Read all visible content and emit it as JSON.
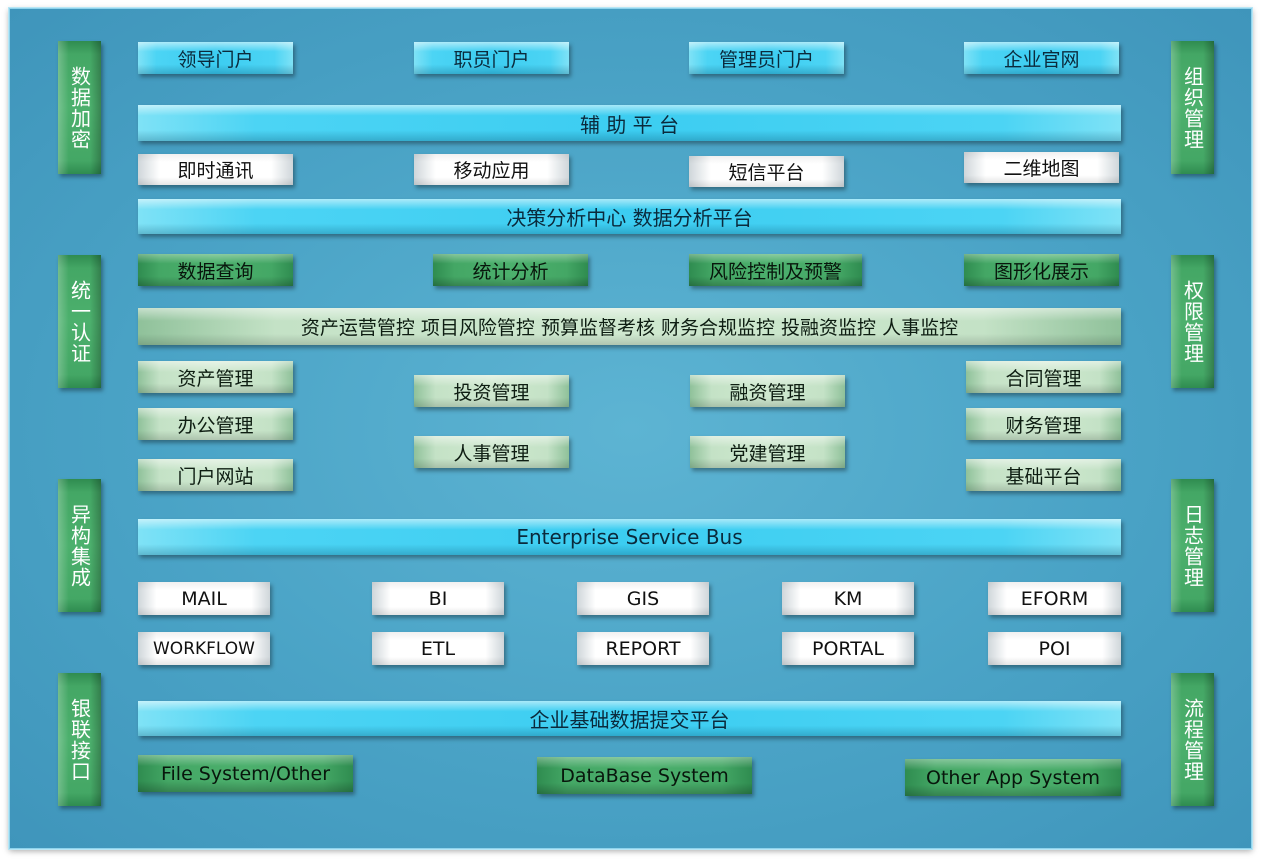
{
  "left_labels": [
    "数据加密",
    "统一认证",
    "异构集成",
    "银联接口"
  ],
  "right_labels": [
    "组织管理",
    "权限管理",
    "日志管理",
    "流程管理"
  ],
  "portals": [
    "领导门户",
    "职员门户",
    "管理员门户",
    "企业官网"
  ],
  "aux_platform": "辅 助 平 台",
  "aux_items": [
    "即时通讯",
    "移动应用",
    "短信平台",
    "二维地图"
  ],
  "decision_center": "决策分析中心  数据分析平台",
  "analysis_items": [
    "数据查询",
    "统计分析",
    "风险控制及预警",
    "图形化展示"
  ],
  "monitoring_bar": "资产运营管控  项目风险管控  预算监督考核  财务合规监控  投融资监控  人事监控",
  "mgmt_left": [
    "资产管理",
    "办公管理",
    "门户网站"
  ],
  "mgmt_mid": [
    "投资管理",
    "人事管理"
  ],
  "mgmt_mid2": [
    "融资管理",
    "党建管理"
  ],
  "mgmt_right": [
    "合同管理",
    "财务管理",
    "基础平台"
  ],
  "esb": "Enterprise Service Bus",
  "services_row1": [
    "MAIL",
    "BI",
    "GIS",
    "KM",
    "EFORM"
  ],
  "services_row2": [
    "WORKFLOW",
    "ETL",
    "REPORT",
    "PORTAL",
    "POI"
  ],
  "data_submit": "企业基础数据提交平台",
  "systems": [
    "File System/Other",
    "DataBase System",
    "Other App System"
  ],
  "colors": {
    "background": "#4aa3c6",
    "cyan_bar": "#3ccdf1",
    "green_dark": "#44a765",
    "green_light": "#cfe8cf",
    "white_block": "#ffffff"
  }
}
